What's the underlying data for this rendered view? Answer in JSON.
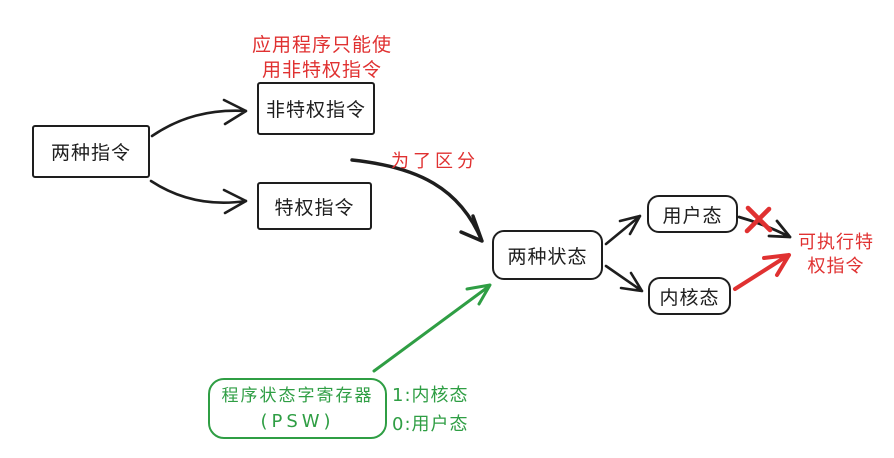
{
  "colors": {
    "background": "#ffffff",
    "ink": "#1e1e1e",
    "red": "#e03131",
    "green": "#2f9e44"
  },
  "nodes": {
    "instructions": {
      "label": "两种指令"
    },
    "nonprivileged": {
      "label": "非特权指令"
    },
    "privileged": {
      "label": "特权指令"
    },
    "states": {
      "label": "两种状态"
    },
    "user_mode": {
      "label": "用户态"
    },
    "kernel_mode": {
      "label": "内核态"
    },
    "psw": {
      "line1": "程序状态字寄存器",
      "line2": "(PSW)"
    }
  },
  "notes": {
    "app_restriction": {
      "line1": "应用程序只能使",
      "line2": "用非特权指令"
    },
    "distinguish": "为了区分",
    "exec_privileged": {
      "line1": "可执行特",
      "line2": "权指令"
    },
    "psw_kernel_value": "1:内核态",
    "psw_user_value": "0:用户态"
  }
}
